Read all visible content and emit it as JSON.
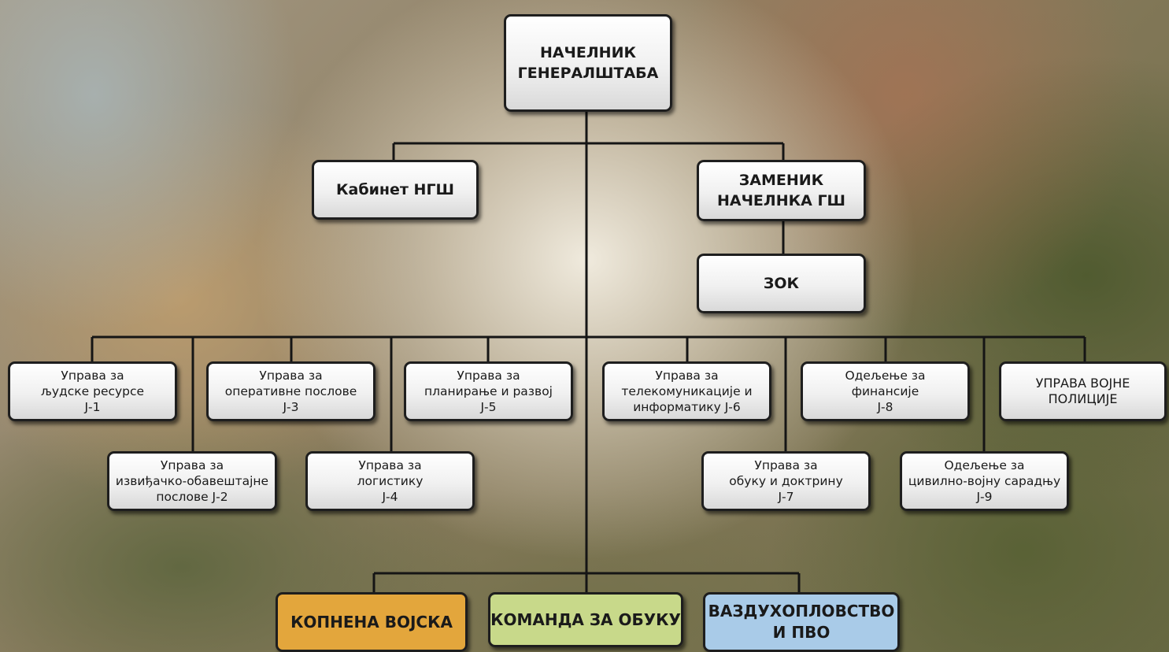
{
  "colors": {
    "land_force": "#e3a63c",
    "training_command": "#c8d98a",
    "air_force": "#a9cbe8"
  },
  "nodes": {
    "chief": "НАЧЕЛНИК\nГЕНЕРАЛШТАБА",
    "cabinet": "Кабинет НГШ",
    "deputy": "ЗАМЕНИК\nНАЧЕЛНКА ГШ",
    "zok": "ЗОК",
    "j1": "Управа за\nљудске ресурсе\nЈ-1",
    "j2": "Управа за\nизвиђачко-обавештајне\nпослове Ј-2",
    "j3": "Управа за\nоперативне послове\nЈ-3",
    "j4": "Управа за\nлогистику\nЈ-4",
    "j5": "Управа за\nпланирање и развој\nЈ-5",
    "j6": "Управа за\nтелекомуникације и\nинформатику Ј-6",
    "j7": "Управа за\nобуку и доктрину\nЈ-7",
    "j8": "Одељење за\nфинансије\nЈ-8",
    "j9": "Одељење за\nцивилно-војну сарадњу\nЈ-9",
    "military_police": "УПРАВА ВОЈНЕ\nПОЛИЦИЈЕ",
    "land_force": "КОПНЕНА ВОЈСКА",
    "training_command": "КОМАНДА ЗА ОБУКУ",
    "air_force": "ВАЗДУХОПЛОВСТВО\nИ ПВО"
  }
}
